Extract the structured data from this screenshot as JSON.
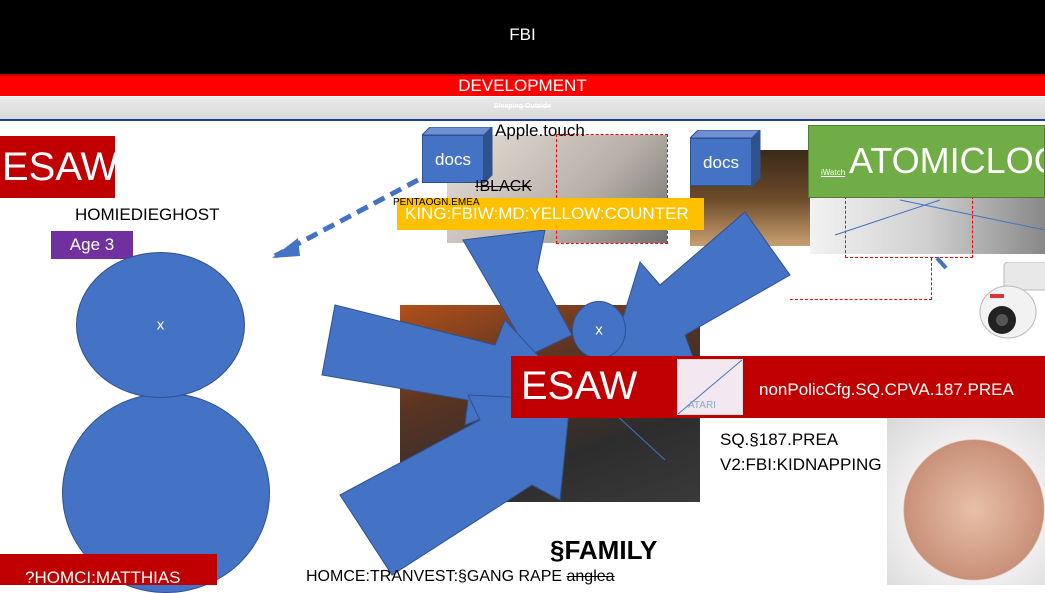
{
  "header": {
    "title": "FBI",
    "banner": "DEVELOPMENT",
    "subbanner": "Sleeping Outside"
  },
  "left": {
    "esaw": "ESAW",
    "name": "HOMIEDIEGHOST",
    "age": "Age 3",
    "head_mark": "x",
    "bottom_label": "?HOMCI:MATTHIAS"
  },
  "center": {
    "apple": "Apple.touch",
    "docs_1": "docs",
    "docs_2": "docs",
    "pentagon": "PENTAOGN.EMEA",
    "black": "!BLACK",
    "king": "KING:FBIW:MD:YELLOW:COUNTER",
    "mark": "x",
    "family": "§FAMILY",
    "bottom_text": "HOMCE:TRANVEST:§GANG RAPE ",
    "bottom_text_struck": "anglea"
  },
  "right": {
    "watch": "iWatch",
    "atomic": "ATOMICLOC",
    "esaw": "ESAW",
    "policy": "nonPolicCfg.SQ.CPVA.187.PREA",
    "sq": "SQ.§187.PREA",
    "v2": "V2:FBI:KIDNAPPING"
  },
  "colors": {
    "accent_red": "#c00000",
    "shape_blue": "#4472c4",
    "yellow": "#ffc000",
    "green": "#70ad47",
    "purple": "#7030a0"
  }
}
